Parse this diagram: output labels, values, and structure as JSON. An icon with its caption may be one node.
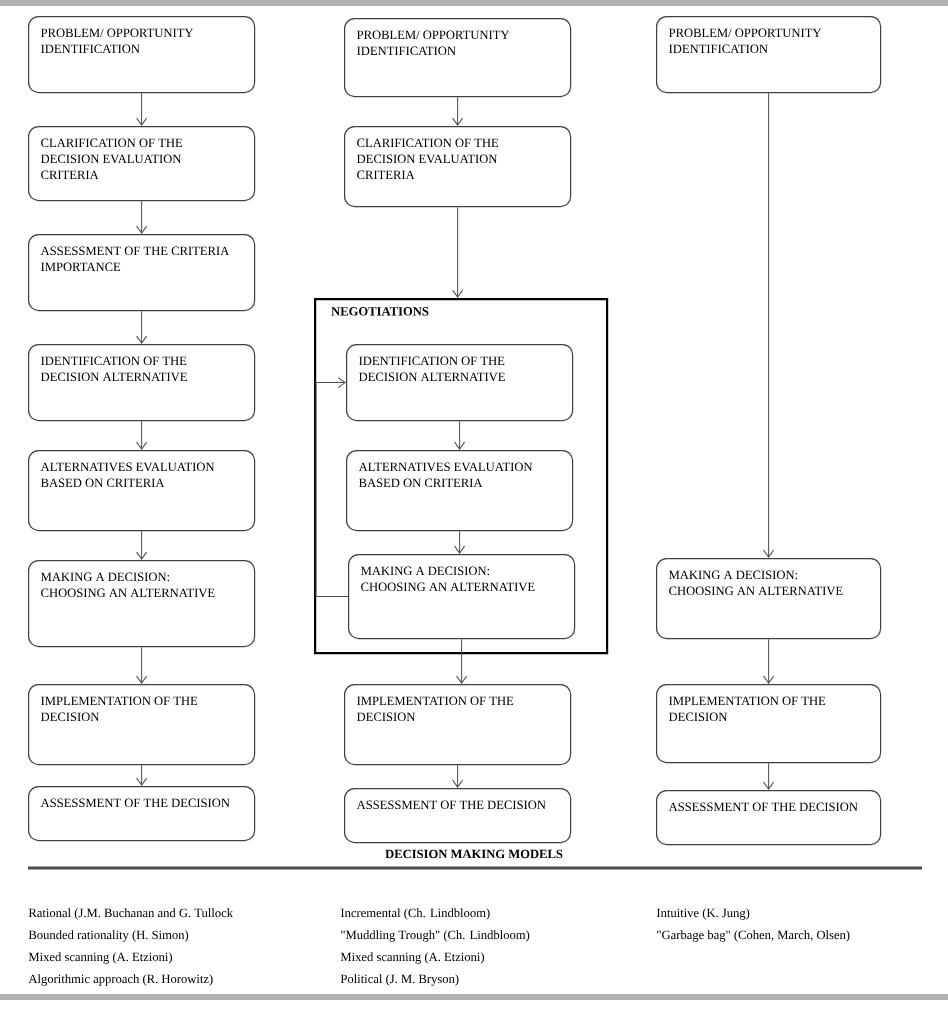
{
  "diagram": {
    "title": "DECISION MAKING MODELS",
    "nodes": [
      {
        "text": [
          "PROBLEM/ OPPORTUNITY IDENTIFICATION"
        ]
      },
      {
        "text": [
          "CLARIFICATION OF THE DECISION EVALUATION CRITERIA"
        ]
      },
      {
        "text": [
          "ASSESSMENT OF THE CRITERIA IMPORTANCE"
        ]
      },
      {
        "text": [
          "IDENTIFICATION OF THE DECISION ALTERNATIVE"
        ]
      },
      {
        "text": [
          "ALTERNATIVES EVALUATION BASED ON CRITERIA"
        ]
      },
      {
        "text": [
          "MAKING A DECISION: CHOOSING AN ALTERNATIVE"
        ]
      },
      {
        "text": [
          "IMPLEMENTATION OF THE DECISION"
        ]
      },
      {
        "text": [
          "ASSESSMENT OF THE DECISION"
        ]
      },
      {
        "text": [
          "PROBLEM/ OPPORTUNITY IDENTIFICATION"
        ]
      },
      {
        "text": [
          "CLARIFICATION OF THE DECISION EVALUATION CRITERIA"
        ]
      },
      {
        "text": [
          "NEGOTIATIONS"
        ]
      },
      {
        "text": [
          "IDENTIFICATION OF THE DECISION ALTERNATIVE"
        ],
        "in": 10
      },
      {
        "text": [
          "ALTERNATIVES EVALUATION BASED ON CRITERIA"
        ],
        "in": 10
      },
      {
        "text": [
          "MAKING A DECISION: CHOOSING AN ALTERNATIVE"
        ],
        "in": 10
      },
      {
        "text": [
          "IMPLEMENTATION OF THE DECISION"
        ]
      },
      {
        "text": [
          "ASSESSMENT OF THE DECISION"
        ]
      },
      {
        "text": [
          "PROBLEM/ OPPORTUNITY IDENTIFICATION"
        ]
      },
      {
        "text": [
          "MAKING A DECISION: CHOOSING AN ALTERNATIVE"
        ]
      },
      {
        "text": [
          "IMPLEMENTATION OF THE DECISION"
        ]
      },
      {
        "text": [
          "ASSESSMENT OF THE DECISION"
        ]
      }
    ],
    "edges": [
      {
        "from": 0,
        "to": 1,
        "arrow": "to"
      },
      {
        "from": 1,
        "to": 2,
        "arrow": "to"
      },
      {
        "from": 2,
        "to": 3,
        "arrow": "to"
      },
      {
        "from": 3,
        "to": 4,
        "arrow": "to"
      },
      {
        "from": 4,
        "to": 5,
        "arrow": "to"
      },
      {
        "from": 5,
        "to": 6,
        "arrow": "to"
      },
      {
        "from": 6,
        "to": 7,
        "arrow": "to"
      },
      {
        "from": 8,
        "to": 9,
        "arrow": "to"
      },
      {
        "from": 9,
        "to": 10,
        "arrow": "to"
      },
      {
        "from": 11,
        "to": 12,
        "arrow": "to"
      },
      {
        "from": 12,
        "to": 13,
        "arrow": "to"
      },
      {
        "from": 13,
        "to": 11,
        "arrow": "to"
      },
      {
        "from": 13,
        "to": 14,
        "arrow": "to"
      },
      {
        "from": 14,
        "to": 15,
        "arrow": "to"
      },
      {
        "from": 16,
        "to": 17,
        "arrow": "to"
      },
      {
        "from": 17,
        "to": 18,
        "arrow": "to"
      },
      {
        "from": 18,
        "to": 19,
        "arrow": "to"
      }
    ],
    "labels": [
      "Rational (J.M. Buchanan and G. Tullock",
      "Incremental (Ch. Lindbloom)",
      "Intuitive (K. Jung)",
      "Bounded rationality (H. Simon)",
      "\"Muddling Trough\" (Ch. Lindbloom)",
      "\"Garbage bag\" (Cohen, March, Olsen)",
      "Mixed scanning (A. Etzioni)",
      "Mixed scanning (A. Etzioni)",
      "Algorithmic approach (R. Horowitz)",
      "Political (J. M. Bryson)"
    ]
  }
}
